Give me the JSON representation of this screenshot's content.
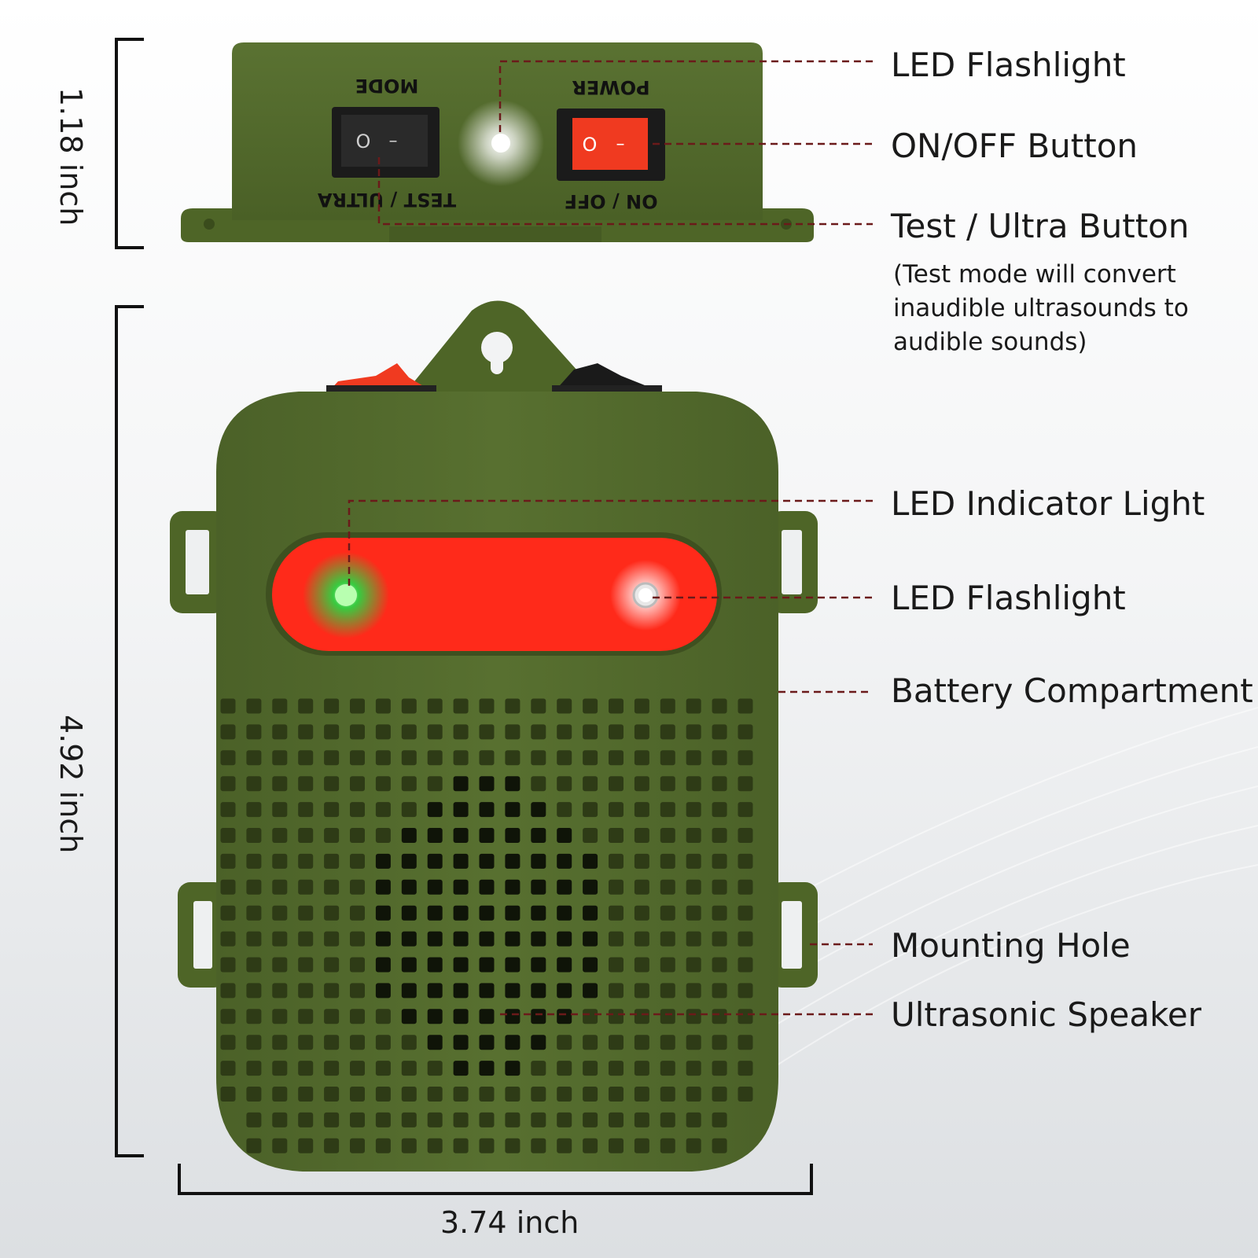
{
  "callouts": {
    "led_flashlight_top": "LED Flashlight",
    "on_off_button": "ON/OFF Button",
    "test_ultra_button": "Test / Ultra Button",
    "test_ultra_note_line1": "(Test mode will convert",
    "test_ultra_note_line2": "inaudible ultrasounds to",
    "test_ultra_note_line3": "audible sounds)",
    "led_indicator_light": "LED Indicator Light",
    "led_flashlight_front": "LED Flashlight",
    "battery_compartment": "Battery Compartment",
    "mounting_hole": "Mounting Hole",
    "ultrasonic_speaker": "Ultrasonic Speaker"
  },
  "dimensions": {
    "top_height": "1.18 inch",
    "body_height": "4.92 inch",
    "width": "3.74 inch"
  },
  "device_labels": {
    "mode": "MODE",
    "power": "POWER",
    "test_ultra": "TEST / ULTRA",
    "on_off": "ON / OFF",
    "switch_off_symbol": "O",
    "switch_on_symbol": "–"
  },
  "colors": {
    "body_green": "#556b2f",
    "body_dark": "#3f5022",
    "leader_line": "#6b1a1a",
    "indicator_red": "#ff2a1a",
    "led_green": "#22dd44",
    "switch_red": "#f03a20"
  }
}
